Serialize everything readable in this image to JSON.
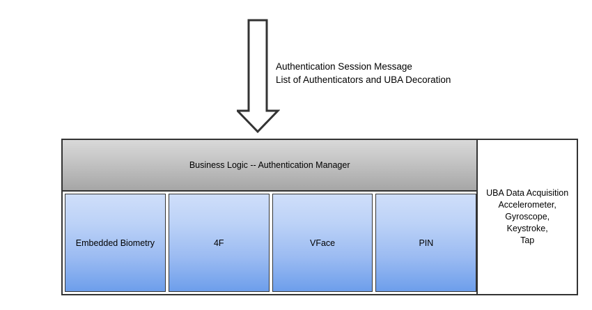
{
  "diagram": {
    "title": "Authentication architecture with UBA decoration",
    "arrow": {
      "icon": "down-block-arrow",
      "direction": "down",
      "stroke_color": "#333333",
      "fill_color": "#ffffff"
    },
    "message": {
      "line1": "Authentication Session Message",
      "line2": "List of Authenticators and UBA Decoration"
    },
    "business_logic": {
      "label": "Business Logic -- Authentication Manager",
      "gradient_top": "#d9d9d9",
      "gradient_bottom": "#a6a6a6"
    },
    "authenticators": [
      {
        "label": "Embedded Biometry"
      },
      {
        "label": "4F"
      },
      {
        "label": "VFace"
      },
      {
        "label": "PIN"
      }
    ],
    "authenticator_style": {
      "gradient_top": "#cfdefa",
      "gradient_bottom": "#6d9eeb",
      "border_color": "#333333"
    },
    "uba": {
      "line1": "UBA Data Acquisition",
      "line2": "Accelerometer,",
      "line3": "Gyroscope, Keystroke,",
      "line4": "Tap",
      "background": "#ffffff"
    },
    "container": {
      "border_color": "#333333",
      "background": "#ffffff"
    }
  }
}
